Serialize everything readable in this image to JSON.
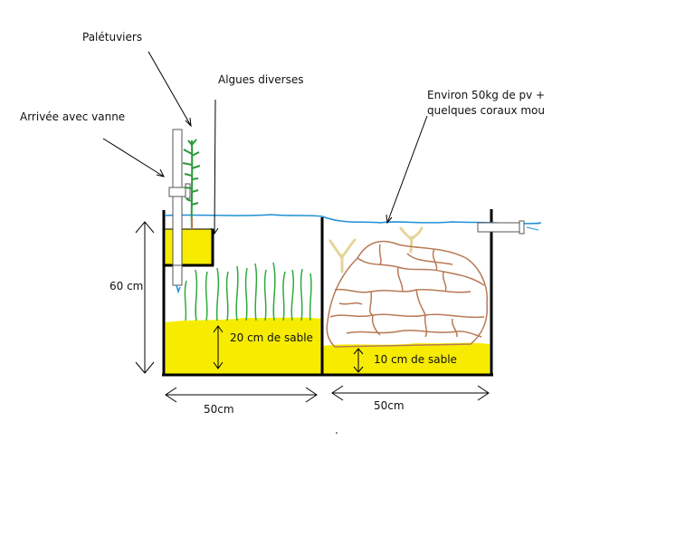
{
  "labels": {
    "paletuviers": "Palétuviers",
    "algues": "Algues diverses",
    "arrivee": "Arrivée avec vanne",
    "pierres": "Environ 50kg de pv +\nquelques coraux mou",
    "hauteur": "60 cm",
    "sable_gauche": "20 cm de sable",
    "sable_droite": "10 cm de sable",
    "largeur_gauche": "50cm",
    "largeur_droite": "50cm"
  },
  "colors": {
    "sand": "#f7ec00",
    "water": "#1e90d6",
    "plants": "#2eaa3c",
    "rock": "#b87a55",
    "coral": "#e6d59a",
    "tank": "#000000",
    "mangrove": "#2a9a3a"
  }
}
